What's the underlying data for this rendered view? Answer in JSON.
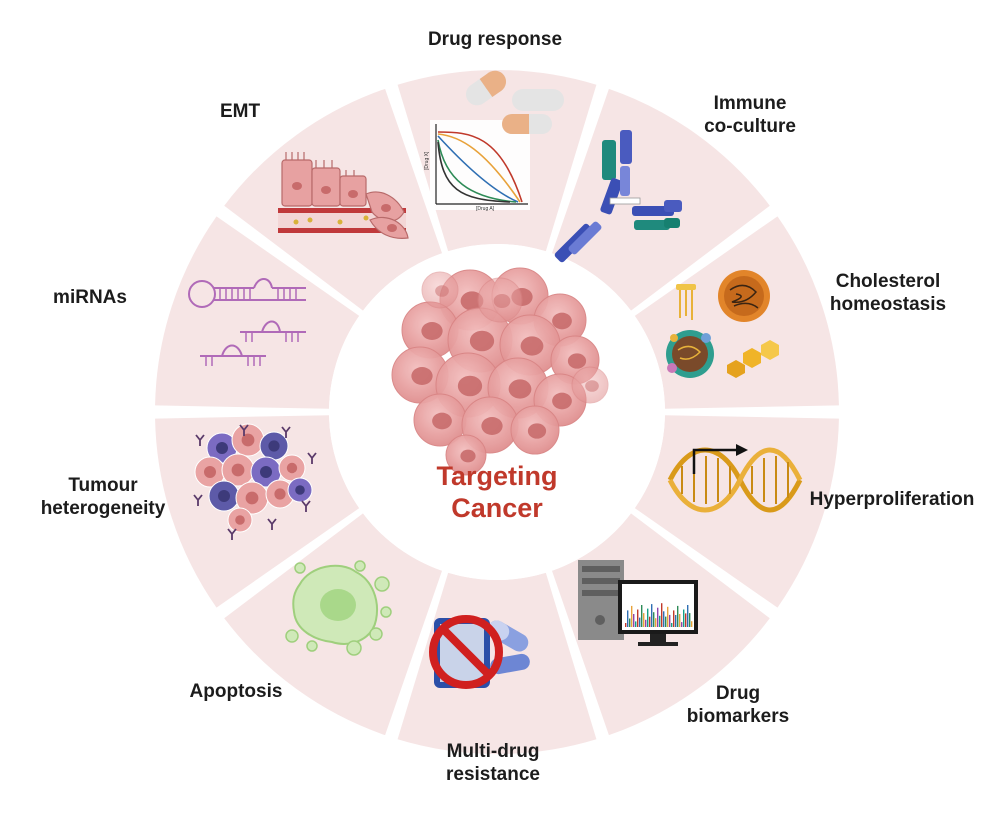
{
  "center": {
    "line1": "Targeting",
    "line2": "Cancer"
  },
  "segments": [
    {
      "id": "drug-response",
      "lines": [
        "Drug response"
      ]
    },
    {
      "id": "immune-co-culture",
      "lines": [
        "Immune",
        "co-culture"
      ]
    },
    {
      "id": "cholesterol-homeostasis",
      "lines": [
        "Cholesterol",
        "homeostasis"
      ]
    },
    {
      "id": "hyperproliferation",
      "lines": [
        "Hyperproliferation"
      ]
    },
    {
      "id": "drug-biomarkers",
      "lines": [
        "Drug",
        "biomarkers"
      ]
    },
    {
      "id": "multi-drug-resistance",
      "lines": [
        "Multi-drug",
        "resistance"
      ]
    },
    {
      "id": "apoptosis",
      "lines": [
        "Apoptosis"
      ]
    },
    {
      "id": "tumour-heterogeneity",
      "lines": [
        "Tumour",
        "heterogeneity"
      ]
    },
    {
      "id": "mirnas",
      "lines": [
        "miRNAs"
      ]
    },
    {
      "id": "emt",
      "lines": [
        "EMT"
      ]
    }
  ],
  "chart_axes": {
    "y": "[Drug X]",
    "x": "[Drug A]"
  },
  "colors": {
    "ring": "#f6e5e5",
    "gap": "#ffffff",
    "title": "#c0392b",
    "cell": "#e9a3a3",
    "nucleus": "#c86b6b"
  }
}
